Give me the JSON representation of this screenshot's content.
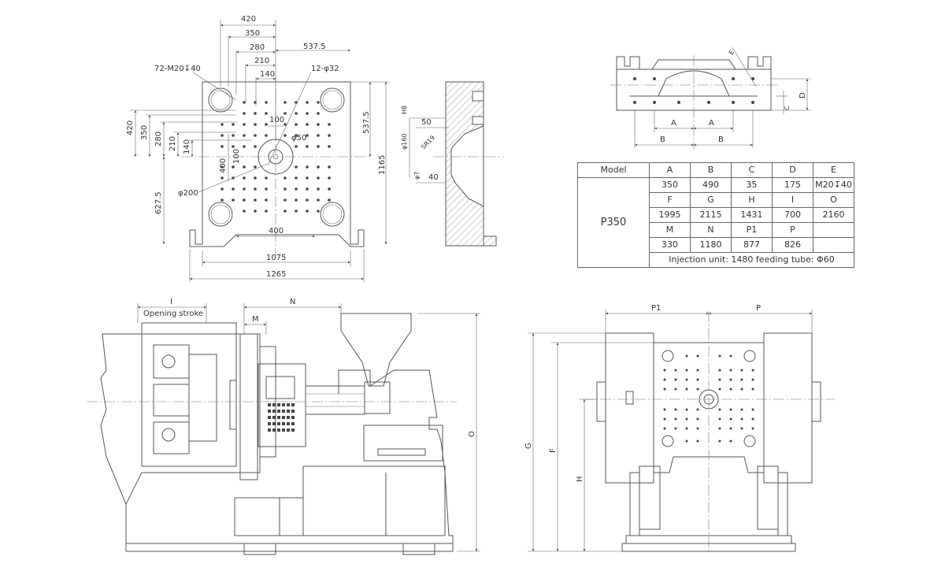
{
  "platen": {
    "h_dims": [
      "420",
      "350",
      "280",
      "210",
      "140"
    ],
    "dim_537": "537.5",
    "hole_note": "72-M20↧40",
    "hole_note2": "12-φ32",
    "v_dims": [
      "420",
      "350",
      "280",
      "210",
      "140"
    ],
    "dim_537_v": "537.5",
    "dim_1165": "1165",
    "dim_100": "100",
    "dim_phi50": "φ50",
    "dim_400v": "400",
    "dim_100v": "100",
    "dim_phi200": "φ200",
    "dim_6275": "627.5",
    "dim_400": "400",
    "dim_1075": "1075",
    "dim_1265": "1265"
  },
  "section": {
    "dim_phi160": "φ160",
    "dim_h8": "H8",
    "dim_50": "50",
    "dim_sr": "SR19",
    "dim_phi7": "φ7",
    "dim_40": "40"
  },
  "detail": {
    "dim_a": "A",
    "dim_b": "B",
    "dim_c": "C",
    "dim_d": "D",
    "dim_e": "E"
  },
  "table": {
    "model_header": "Model",
    "model": "P350",
    "rows": [
      [
        "A",
        "B",
        "C",
        "D",
        "E"
      ],
      [
        "350",
        "490",
        "35",
        "175",
        "M20↧40"
      ],
      [
        "F",
        "G",
        "H",
        "I",
        "O"
      ],
      [
        "1995",
        "2115",
        "1431",
        "700",
        "2160"
      ],
      [
        "M",
        "N",
        "P1",
        "P",
        ""
      ],
      [
        "330",
        "1180",
        "877",
        "826",
        ""
      ]
    ],
    "footer": "Injection unit: 1480  feeding tube: Φ60"
  },
  "side": {
    "dim_i": "I",
    "dim_n": "N",
    "dim_m": "M",
    "opening": "Opening stroke",
    "dim_o": "O"
  },
  "end": {
    "dim_p1": "P1",
    "dim_p": "P",
    "dim_g": "G",
    "dim_f": "F",
    "dim_h": "H"
  }
}
